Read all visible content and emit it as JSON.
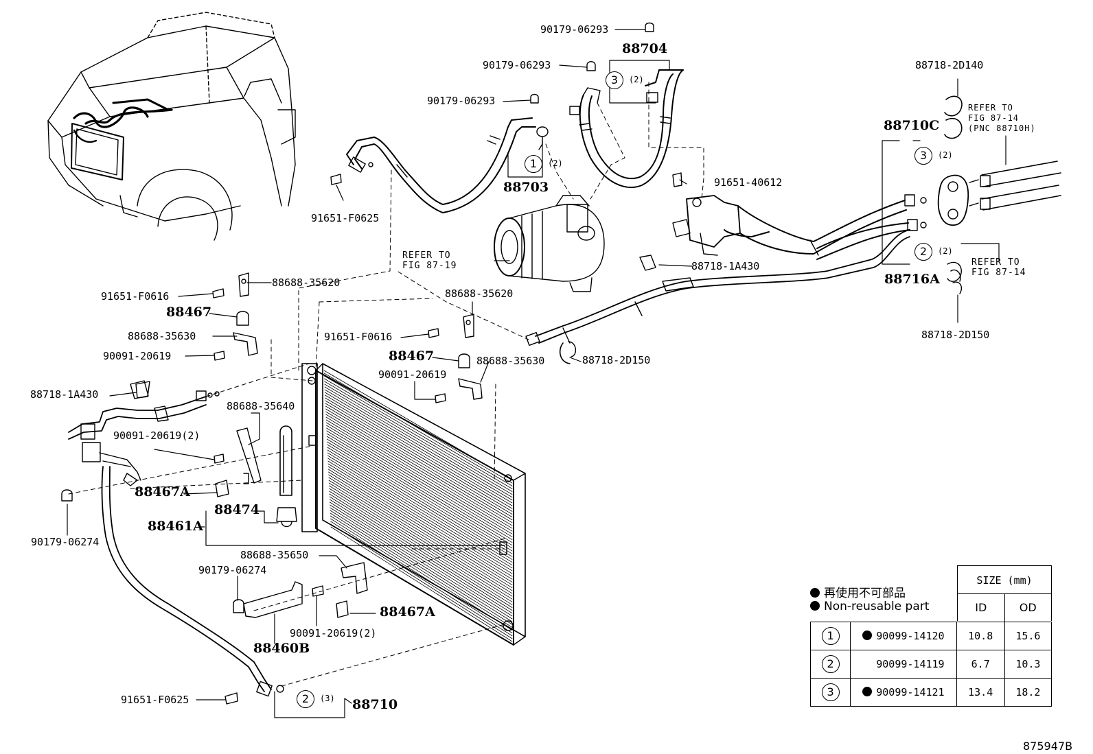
{
  "figure_id": "875947B",
  "labels": {
    "l_90179_06293_a": "90179-06293",
    "l_88704": "88704",
    "l_90179_06293_b": "90179-06293",
    "l_90179_06293_c": "90179-06293",
    "l_88703": "88703",
    "l_91651_F0625_top": "91651-F0625",
    "l_refer_87_19": "REFER TO\nFIG 87-19",
    "l_88718_2D140": "88718-2D140",
    "l_refer_87_14_a": "REFER TO\nFIG 87-14\n(PNC 88710H)",
    "l_88710C": "88710C",
    "l_91651_40612": "91651-40612",
    "l_88716A": "88716A",
    "l_refer_87_14_b": "REFER TO\nFIG 87-14",
    "l_88718_1A430_r": "88718-1A430",
    "l_88718_2D150_r": "88718-2D150",
    "l_91651_F0616_l": "91651-F0616",
    "l_88688_35620_l": "88688-35620",
    "l_88467_l": "88467",
    "l_88688_35630_l": "88688-35630",
    "l_90091_20619_l": "90091-20619",
    "l_88688_35620_c": "88688-35620",
    "l_91651_F0616_c": "91651-F0616",
    "l_88467_c": "88467",
    "l_88688_35630_c": "88688-35630",
    "l_88718_2D150_c": "88718-2D150",
    "l_90091_20619_c": "90091-20619",
    "l_88718_1A430_l": "88718-1A430",
    "l_88688_35640": "88688-35640",
    "l_90091_20619_2a": "90091-20619(2)",
    "l_88467A_a": "88467A",
    "l_88474": "88474",
    "l_88461A": "88461A",
    "l_90179_06274_l": "90179-06274",
    "l_88688_35650": "88688-35650",
    "l_90179_06274_c": "90179-06274",
    "l_88467A_b": "88467A",
    "l_90091_20619_2b": "90091-20619(2)",
    "l_88460B": "88460B",
    "l_91651_F0625_b": "91651-F0625",
    "l_88710": "88710"
  },
  "callouts": [
    {
      "sym": "1",
      "qty": "(2)"
    },
    {
      "sym": "3",
      "qty": "(2)"
    },
    {
      "sym": "3",
      "qty": "(2)"
    },
    {
      "sym": "2",
      "qty": "(2)"
    },
    {
      "sym": "2",
      "qty": "(3)"
    }
  ],
  "legend": {
    "note_jp": "再使用不可部品",
    "note_en": "Non-reusable part",
    "size_header": "SIZE (mm)",
    "col_id": "ID",
    "col_od": "OD",
    "rows": [
      {
        "sym": "1",
        "non_reusable": true,
        "part": "90099-14120",
        "id": "10.8",
        "od": "15.6"
      },
      {
        "sym": "2",
        "non_reusable": false,
        "part": "90099-14119",
        "id": "6.7",
        "od": "10.3"
      },
      {
        "sym": "3",
        "non_reusable": true,
        "part": "90099-14121",
        "id": "13.4",
        "od": "18.2"
      }
    ]
  }
}
